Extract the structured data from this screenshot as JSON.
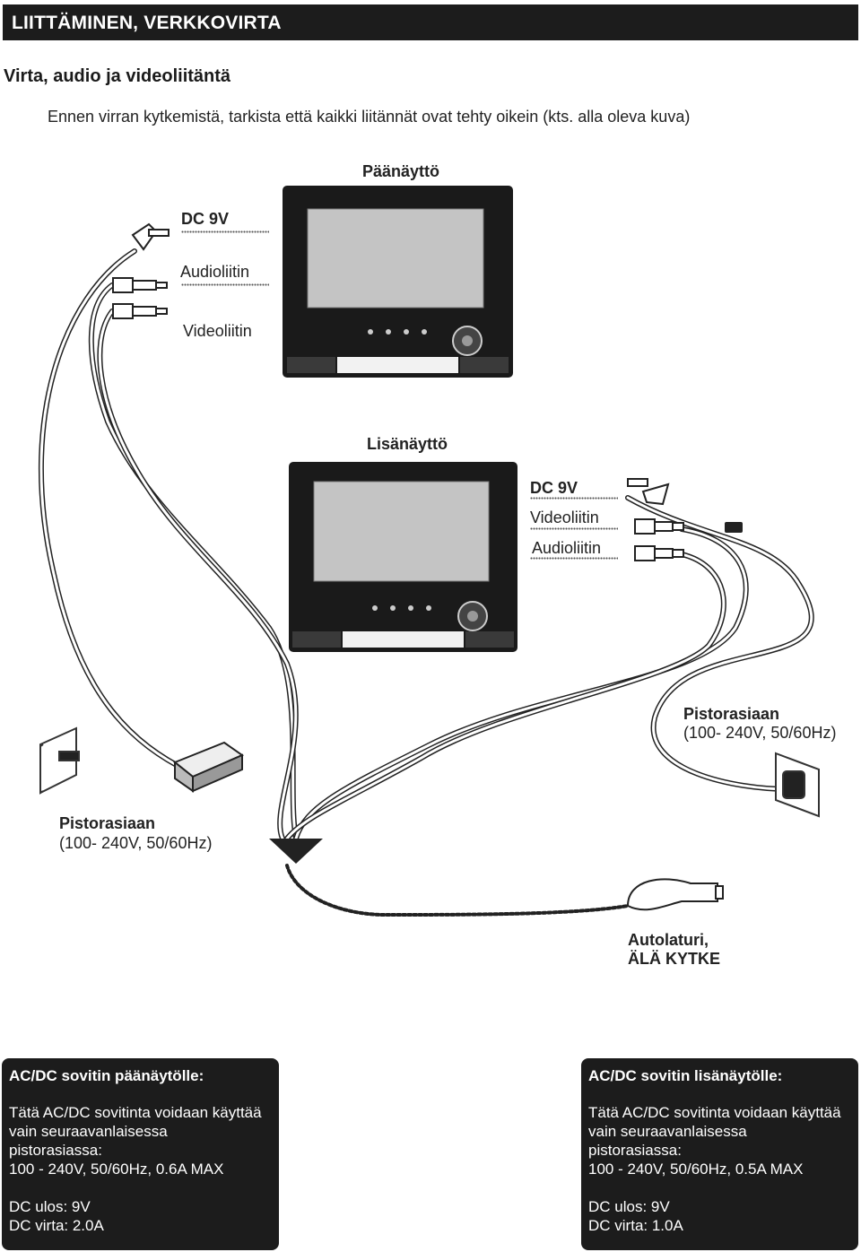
{
  "header": {
    "title": "LIITTÄMINEN, VERKKOVIRTA"
  },
  "section": {
    "title": "Virta, audio ja videoliitäntä"
  },
  "intro": "Ennen virran kytkemistä, tarkista että kaikki liitännät ovat tehty oikein (kts. alla oleva kuva)",
  "diagram": {
    "main_screen": "Päänäyttö",
    "main_dc": "DC 9V",
    "main_audio": "Audioliitin",
    "main_video": "Videoliitin",
    "second_screen": "Lisänäyttö",
    "second_dc": "DC 9V",
    "second_video": "Videoliitin",
    "second_audio": "Audioliitin",
    "outlet_right_title": "Pistorasiaan",
    "outlet_right_spec": "(100- 240V, 50/60Hz)",
    "outlet_left_title": "Pistorasiaan",
    "outlet_left_spec": "(100- 240V, 50/60Hz)",
    "car_charger_1": "Autolaturi,",
    "car_charger_2": "ÄLÄ KYTKE"
  },
  "box_main": {
    "title": "AC/DC sovitin päänäytölle:",
    "l1": "Tätä AC/DC sovitinta voidaan käyttää",
    "l2": "vain seuraavanlaisessa",
    "l3": "pistorasiassa:",
    "l4": "100 - 240V, 50/60Hz, 0.6A MAX",
    "l5": "DC ulos: 9V",
    "l6": "DC virta: 2.0A"
  },
  "box_second": {
    "title": "AC/DC sovitin lisänäytölle:",
    "l1": "Tätä AC/DC sovitinta voidaan käyttää",
    "l2": "vain seuraavanlaisessa",
    "l3": "pistorasiassa:",
    "l4": "100 - 240V, 50/60Hz, 0.5A MAX",
    "l5": "DC ulos: 9V",
    "l6": "DC virta: 1.0A"
  }
}
